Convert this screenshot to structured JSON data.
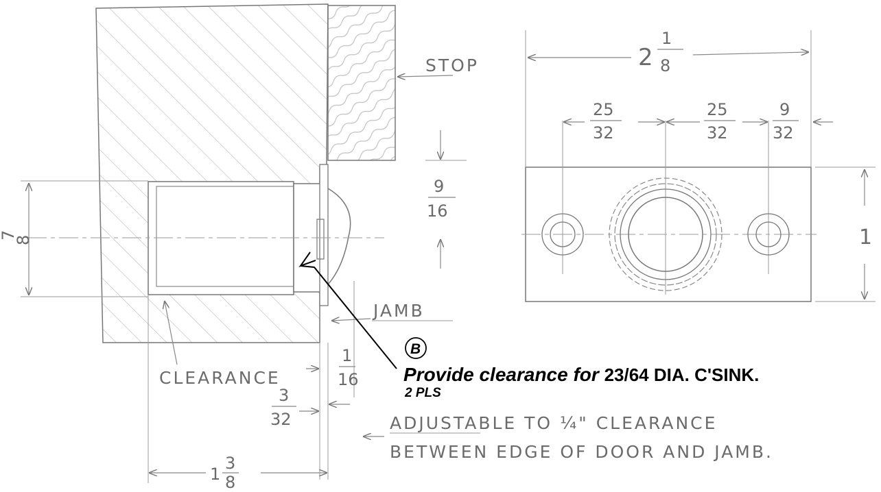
{
  "labels": {
    "stop": "STOP",
    "jamb": "JAMB",
    "clearance": "CLEARANCE",
    "note_line1": "ADJUSTABLE  TO  ¼\"  CLEARANCE",
    "note_line2": "BETWEEN  EDGE  OF  DOOR  AND  JAMB."
  },
  "dimensions": {
    "overall_width": {
      "whole": "2",
      "num": "1",
      "den": "8"
    },
    "hole_spacing_left": {
      "num": "25",
      "den": "32"
    },
    "hole_spacing_right": {
      "num": "25",
      "den": "32"
    },
    "edge_offset": {
      "num": "9",
      "den": "32"
    },
    "plate_height": "1",
    "offset_9_16": {
      "num": "9",
      "den": "16"
    },
    "side_7_8": {
      "num": "7",
      "den": "8"
    },
    "gap_1_16": {
      "num": "1",
      "den": "16"
    },
    "gap_3_32": {
      "num": "3",
      "den": "32"
    },
    "depth": {
      "whole": "1",
      "num": "3",
      "den": "8"
    }
  },
  "callout": {
    "marker": "B",
    "line1_a": "Provide clearance for ",
    "line1_b": "23/64 DIA. C'SINK.",
    "line2": "2 PLS"
  },
  "colors": {
    "pencil": "#6b6b6b",
    "ink": "#000000",
    "hatch": "#b5b5b5"
  }
}
